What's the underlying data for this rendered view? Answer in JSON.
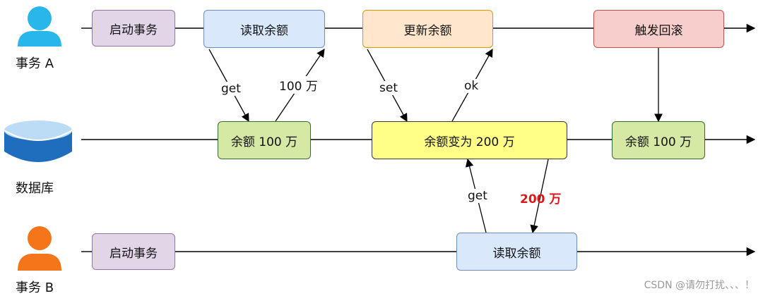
{
  "actors": {
    "a": {
      "label": "事务 A"
    },
    "db": {
      "label": "数据库"
    },
    "b": {
      "label": "事务 B"
    }
  },
  "boxes": {
    "a_start": "启动事务",
    "a_read": "读取余额",
    "a_update": "更新余额",
    "a_rollback": "触发回滚",
    "db_100_first": "余额 100 万",
    "db_200": "余额变为 200 万",
    "db_100_last": "余额 100 万",
    "b_start": "启动事务",
    "b_read": "读取余额"
  },
  "edges": {
    "get_a": "get",
    "ret_100": "100 万",
    "set": "set",
    "ok": "ok",
    "get_b": "get",
    "ret_200": "200 万"
  },
  "watermark": "CSDN @请勿打扰、、、！",
  "colors": {
    "user_blue": "#29b6e8",
    "user_orange": "#f5761a",
    "db_blue": "#1f6ebd",
    "highlight_red": "#e0161b"
  }
}
